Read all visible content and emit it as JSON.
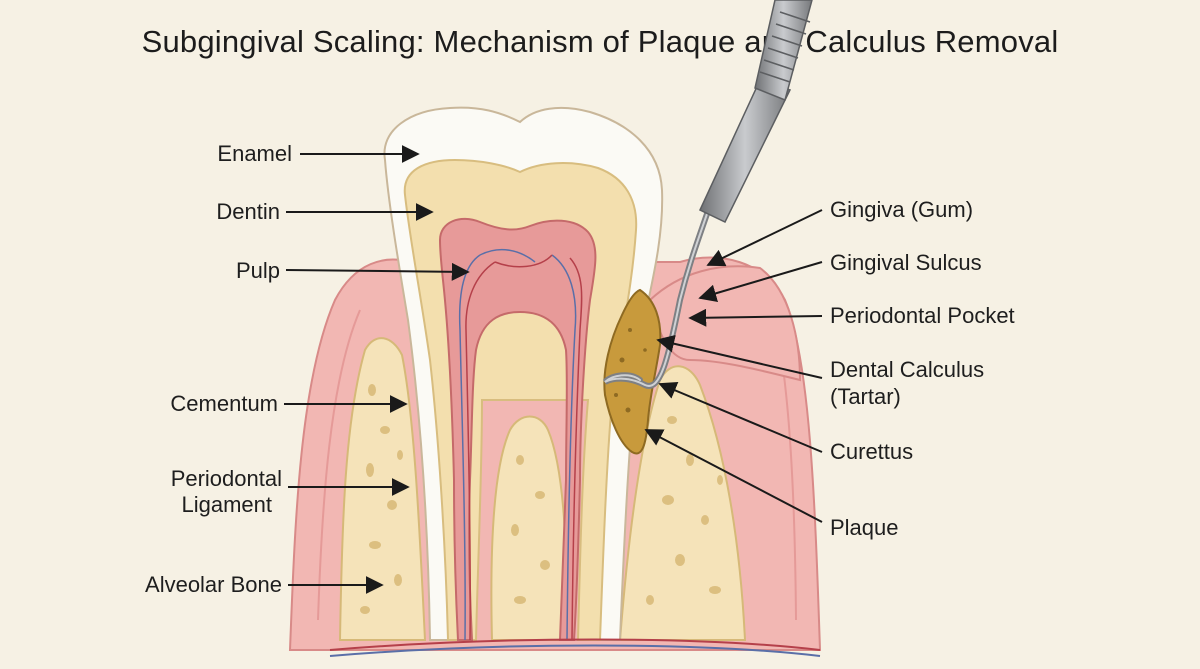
{
  "title": "Subgingival Scaling: Mechanism of Plaque and Calculus Removal",
  "labels_left": {
    "enamel": "Enamel",
    "dentin": "Dentin",
    "pulp": "Pulp",
    "cementum": "Cementum",
    "periodontal_ligament_1": "Periodontal",
    "periodontal_ligament_2": "Ligament",
    "alveolar_bone": "Alveolar Bone"
  },
  "labels_right": {
    "gingiva": "Gingiva (Gum)",
    "gingival_sulcus": "Gingival Sulcus",
    "periodontal_pocket": "Periodontal Pocket",
    "dental_calculus_1": "Dental Calculus",
    "dental_calculus_2": "(Tartar)",
    "curettus": "Curettus",
    "plaque": "Plaque"
  },
  "colors": {
    "background": "#f6f1e4",
    "gum": "#f2b7b3",
    "enamel": "#fbfaf5",
    "dentin": "#f3dfae",
    "pulp": "#e79a99",
    "bone": "#f5e3b9",
    "calculus": "#c89a3c",
    "instrument": "#9a9c9f"
  }
}
